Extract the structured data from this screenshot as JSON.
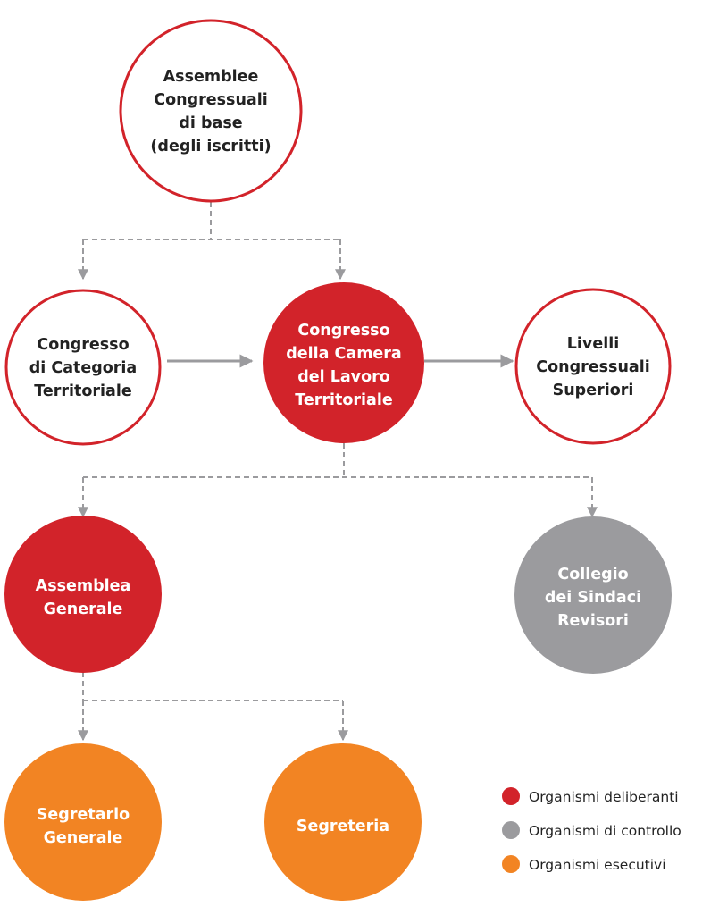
{
  "colors": {
    "deliberative": "#d2232a",
    "control": "#9b9b9e",
    "executive": "#f28423",
    "outline": "#d2232a",
    "connector": "#9b9b9e",
    "text_dark": "#222222",
    "text_light": "#ffffff"
  },
  "nodes": {
    "assemblee_congressuali": {
      "lines": [
        "Assemblee",
        "Congressuali",
        "di base",
        "(degli iscritti)"
      ]
    },
    "congresso_categoria": {
      "lines": [
        "Congresso",
        "di Categoria",
        "Territoriale"
      ]
    },
    "congresso_camera": {
      "lines": [
        "Congresso",
        "della Camera",
        "del Lavoro",
        "Territoriale"
      ]
    },
    "livelli_superiori": {
      "lines": [
        "Livelli",
        "Congressuali",
        "Superiori"
      ]
    },
    "assemblea_generale": {
      "lines": [
        "Assemblea",
        "Generale"
      ]
    },
    "collegio_sindaci": {
      "lines": [
        "Collegio",
        "dei Sindaci",
        "Revisori"
      ]
    },
    "segretario_generale": {
      "lines": [
        "Segretario",
        "Generale"
      ]
    },
    "segreteria": {
      "lines": [
        "Segreteria"
      ]
    }
  },
  "legend": [
    {
      "label": "Organismi deliberanti",
      "color": "#d2232a"
    },
    {
      "label": "Organismi di controllo",
      "color": "#9b9b9e"
    },
    {
      "label": "Organismi esecutivi",
      "color": "#f28423"
    }
  ]
}
